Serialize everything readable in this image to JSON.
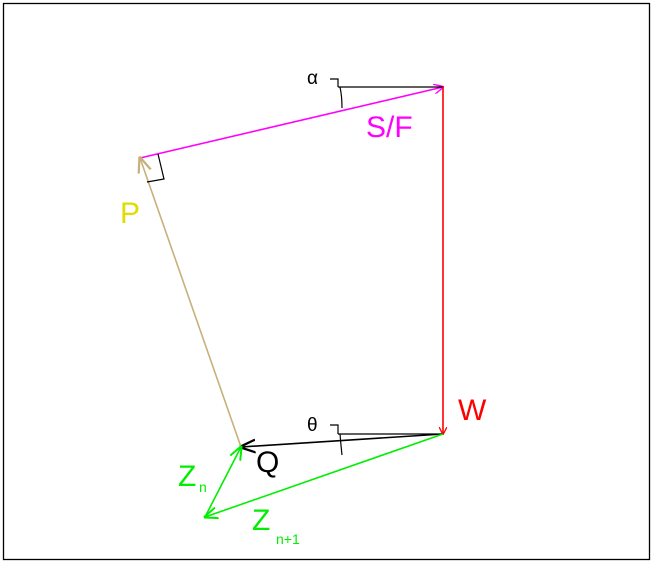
{
  "labels": {
    "alpha": "α",
    "sf": "S/F",
    "p": "P",
    "w": "W",
    "theta": "θ",
    "q": "Q",
    "zn": {
      "base": "Z",
      "sub": "n"
    },
    "zn1": {
      "base": "Z",
      "sub": "n+1"
    }
  },
  "colors": {
    "frame": "#000000",
    "sf": "#ff00ff",
    "w": "#ff0000",
    "p_vector": "#c8b07a",
    "p_label": "#dede00",
    "q": "#000000",
    "z": "#00ee00",
    "angle_mark": "#000000"
  }
}
